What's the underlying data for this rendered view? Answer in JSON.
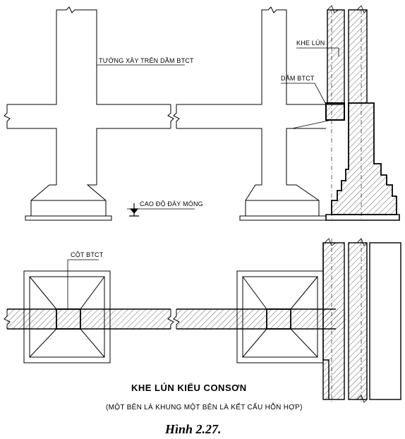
{
  "labels": {
    "wall_on_beam": "TƯỜNG XÂY TRÊN DẦM BTCT",
    "settlement_joint": "KHE LÚN",
    "rc_beam": "DẦM BTCT",
    "foundation_level": "CAO ĐỘ ĐÁY MÓNG",
    "rc_column": "CỘT BTCT"
  },
  "title": "KHE LÚN KIỂU CONSƠN",
  "subtitle": "(MỘT BÊN LÀ KHUNG MỘT BÊN LÀ KẾT CẤU HỖN HỢP)",
  "caption": "Hình 2.27."
}
